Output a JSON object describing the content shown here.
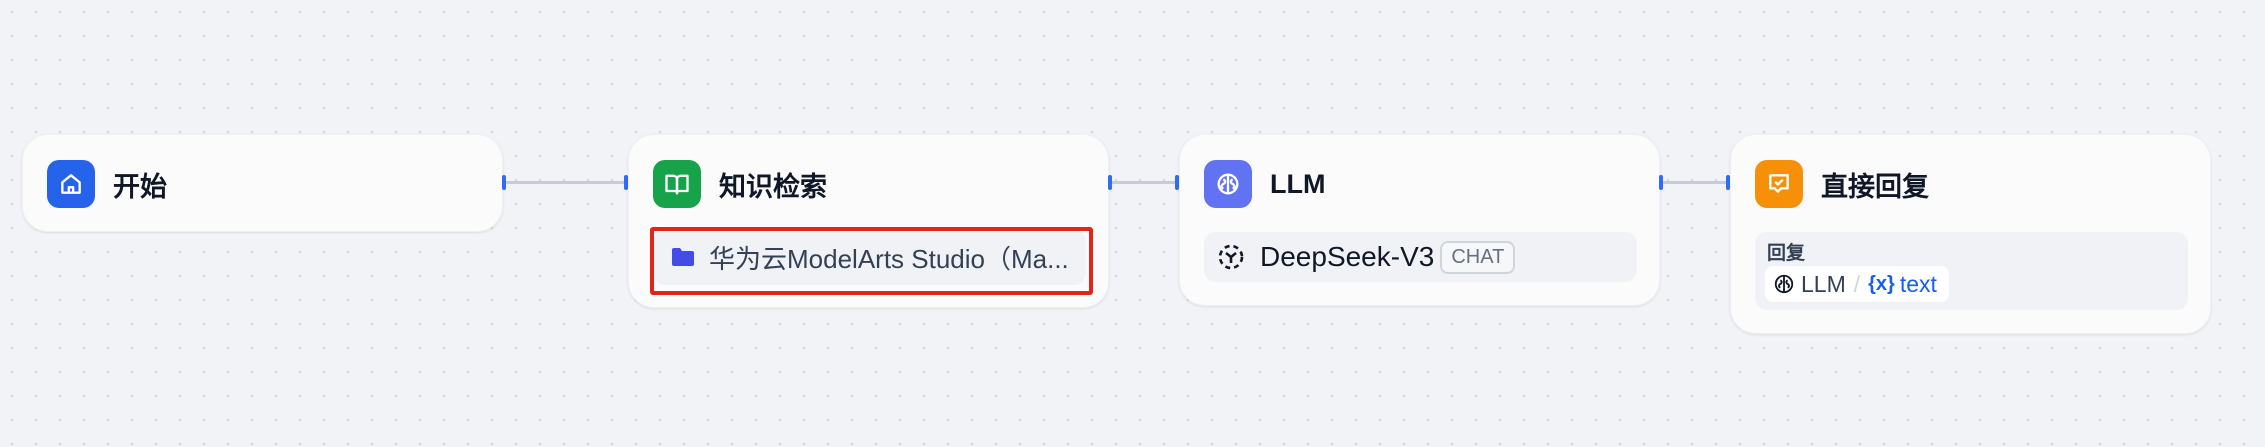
{
  "nodes": {
    "start": {
      "title": "开始",
      "icon": "home-icon",
      "color": "#2563eb"
    },
    "knowledge": {
      "title": "知识检索",
      "icon": "book-open-icon",
      "color": "#16a34a",
      "dataset": {
        "icon": "folder-icon",
        "label": "华为云ModelArts Studio（Ma..."
      }
    },
    "llm": {
      "title": "LLM",
      "icon": "brain-icon",
      "color": "#6172f3",
      "model": {
        "icon": "deepseek-logo-icon",
        "name": "DeepSeek-V3",
        "mode": "CHAT"
      }
    },
    "answer": {
      "title": "直接回复",
      "icon": "reply-message-icon",
      "color": "#f79009",
      "reply_label": "回复",
      "variable": {
        "node": "LLM",
        "separator": "/",
        "var_icon": "variable-icon",
        "var_glyph": "{x}",
        "name": "text"
      }
    }
  }
}
